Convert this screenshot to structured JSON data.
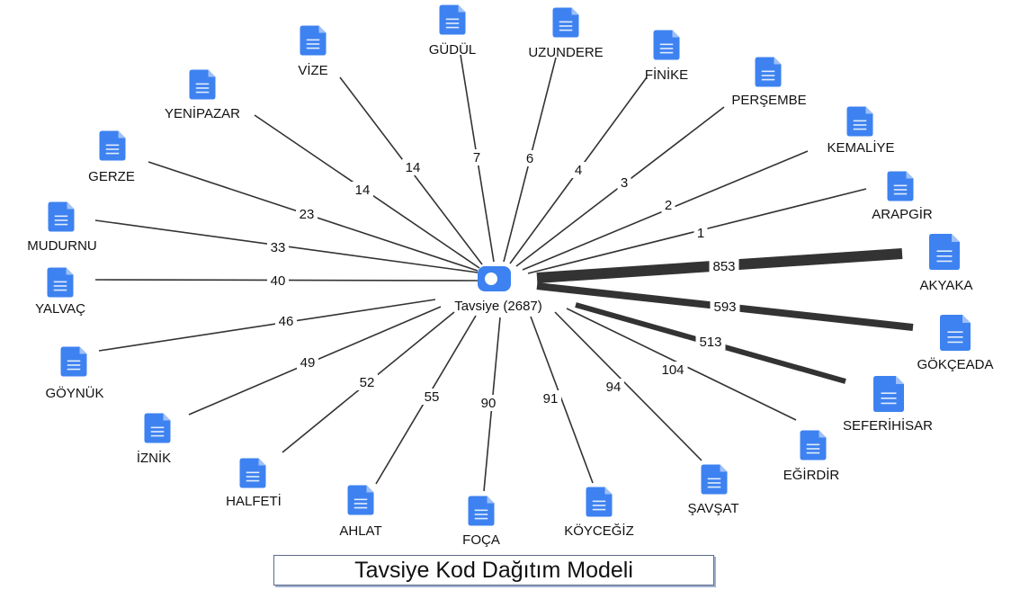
{
  "center": {
    "label": "Tavsiye (2687)",
    "icon": "toggle-icon",
    "icon_color": "#3d82f0"
  },
  "caption": "Tavsiye Kod Dağıtım Modeli",
  "colors": {
    "document_icon": "#3d82f0",
    "edge_line": "#333333"
  },
  "nodes": [
    {
      "label": "AKYAKA",
      "value": "853",
      "icon": "document-icon"
    },
    {
      "label": "GÖKÇEADA",
      "value": "593",
      "icon": "document-icon"
    },
    {
      "label": "SEFERİHİSAR",
      "value": "513",
      "icon": "document-icon"
    },
    {
      "label": "EĞİRDİR",
      "value": "104",
      "icon": "document-icon"
    },
    {
      "label": "ŞAVŞAT",
      "value": "94",
      "icon": "document-icon"
    },
    {
      "label": "KÖYCEĞİZ",
      "value": "91",
      "icon": "document-icon"
    },
    {
      "label": "FOÇA",
      "value": "90",
      "icon": "document-icon"
    },
    {
      "label": "AHLAT",
      "value": "55",
      "icon": "document-icon"
    },
    {
      "label": "HALFETİ",
      "value": "52",
      "icon": "document-icon"
    },
    {
      "label": "İZNİK",
      "value": "49",
      "icon": "document-icon"
    },
    {
      "label": "GÖYNÜK",
      "value": "46",
      "icon": "document-icon"
    },
    {
      "label": "YALVAÇ",
      "value": "40",
      "icon": "document-icon"
    },
    {
      "label": "MUDURNU",
      "value": "33",
      "icon": "document-icon"
    },
    {
      "label": "GERZE",
      "value": "23",
      "icon": "document-icon"
    },
    {
      "label": "YENİPAZAR",
      "value": "14",
      "icon": "document-icon"
    },
    {
      "label": "VİZE",
      "value": "14",
      "icon": "document-icon"
    },
    {
      "label": "GÜDÜL",
      "value": "7",
      "icon": "document-icon"
    },
    {
      "label": "UZUNDERE",
      "value": "6",
      "icon": "document-icon"
    },
    {
      "label": "FİNİKE",
      "value": "4",
      "icon": "document-icon"
    },
    {
      "label": "PERŞEMBE",
      "value": "3",
      "icon": "document-icon"
    },
    {
      "label": "KEMALİYE",
      "value": "2",
      "icon": "document-icon"
    },
    {
      "label": "ARAPGİR",
      "value": "1",
      "icon": "document-icon"
    }
  ]
}
